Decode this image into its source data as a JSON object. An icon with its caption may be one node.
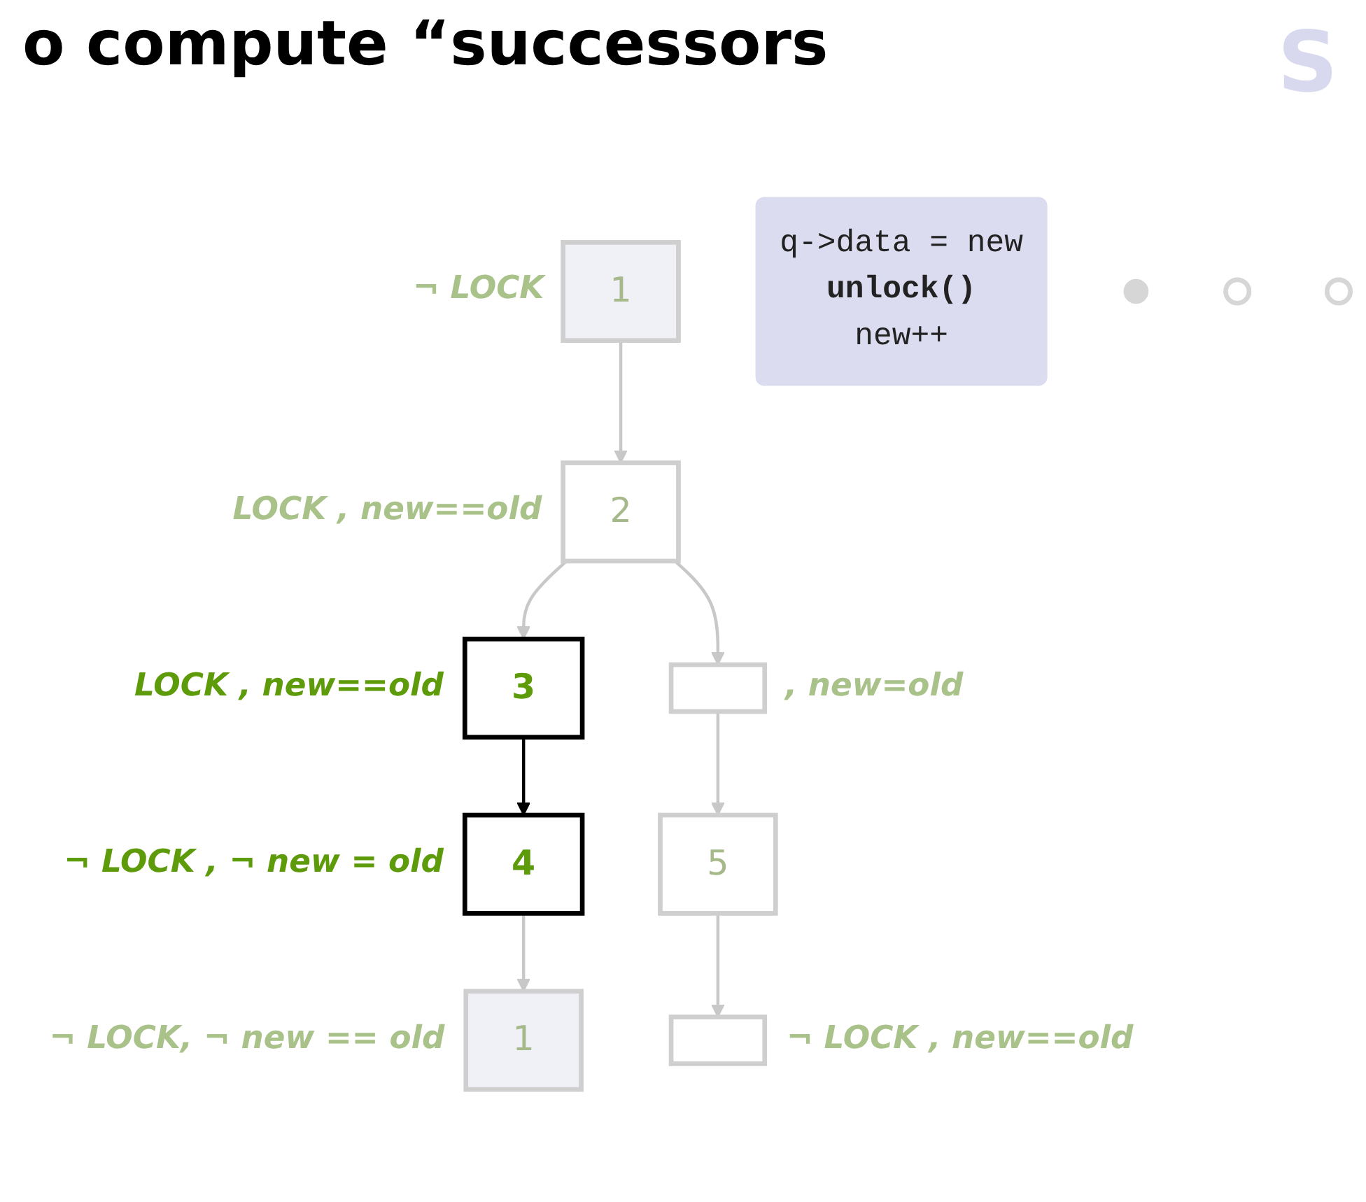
{
  "diagram": {
    "title": "o compute “successors",
    "nodes": [
      {
        "text": [
          "1"
        ],
        "beside": [
          "¬ LOCK"
        ]
      },
      {
        "text": [
          "2"
        ],
        "beside": [
          "LOCK , new==old"
        ]
      },
      {
        "text": [
          "3"
        ],
        "beside": [
          "LOCK , new==old"
        ]
      },
      {
        "text": [
          "4"
        ],
        "beside": [
          "¬ LOCK , ¬ new = old"
        ]
      },
      {
        "text": [],
        "shape": "box",
        "beside": [
          ", new=old"
        ]
      },
      {
        "text": [
          "1"
        ],
        "beside": [
          "¬ LOCK, ¬ new == old"
        ]
      },
      {
        "text": [
          "5"
        ]
      },
      {
        "text": [],
        "shape": "box",
        "beside": [
          "¬ LOCK , new==old"
        ]
      },
      {
        "text": [
          "q->data = new",
          "unlock()",
          "new++"
        ]
      },
      {
        "text": [],
        "shape": "circle"
      },
      {
        "text": [],
        "shape": "circle"
      },
      {
        "text": [],
        "shape": "circle"
      }
    ],
    "edges": [
      {
        "from": 0,
        "to": 1,
        "arrow": "to"
      },
      {
        "from": 1,
        "to": 2,
        "arrow": "to"
      },
      {
        "from": 1,
        "to": 4,
        "arrow": "to"
      },
      {
        "from": 2,
        "to": 3,
        "arrow": "to",
        "color": "#000000"
      },
      {
        "from": 3,
        "to": 5,
        "arrow": "to"
      },
      {
        "from": 4,
        "to": 6,
        "arrow": "to"
      },
      {
        "from": 6,
        "to": 7,
        "arrow": "to"
      }
    ],
    "labels": [
      "S"
    ]
  }
}
